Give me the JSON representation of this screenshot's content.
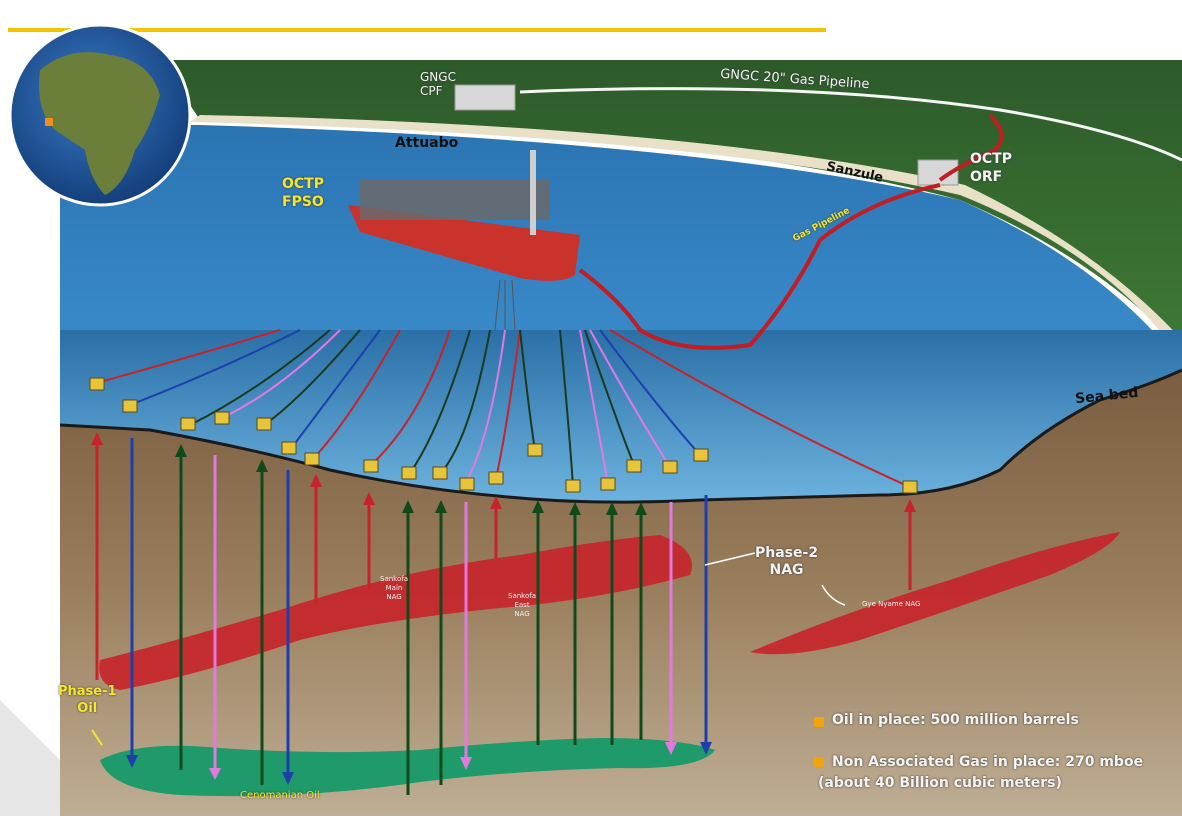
{
  "labels": {
    "gngc_cpf": [
      "GNGC",
      "CPF"
    ],
    "gngc_pipeline": "GNGC 20\" Gas Pipeline",
    "attuabo": "Attuabo",
    "octp_fpso": [
      "OCTP",
      "FPSO"
    ],
    "sanzule": "Sanzule",
    "octp_orf": [
      "OCTP",
      "ORF"
    ],
    "gas_pipeline": "Gas Pipeline",
    "sea_bed": "Sea bed",
    "phase2_nag": [
      "Phase-2",
      "NAG"
    ],
    "phase1_oil": [
      "Phase-1",
      "Oil"
    ],
    "sankofa_main_nag": [
      "Sankofa",
      "Main",
      "NAG"
    ],
    "sankofa_east_nag": [
      "Sankofa",
      "East",
      "NAG"
    ],
    "gye_nyame_nag": "Gye Nyame NAG",
    "cenomanian_oil": "Cenomanian Oil"
  },
  "legend": [
    {
      "text": "Oil in place: 500 million barrels"
    },
    {
      "text": "Non Associated Gas in place: 270 mboe",
      "text2": "(about 40 Billion cubic meters)"
    }
  ],
  "colors": {
    "sea": "#2f80bd",
    "sea_bed_water": "#5aa6d6",
    "rock": "#8b6f4e",
    "forest": "#2f5a2a",
    "gas_reservoir": "#c8232a",
    "oil_reservoir": "#1f9a6a",
    "title_bar": "#f2c400",
    "pipeline": "#c21d22"
  }
}
